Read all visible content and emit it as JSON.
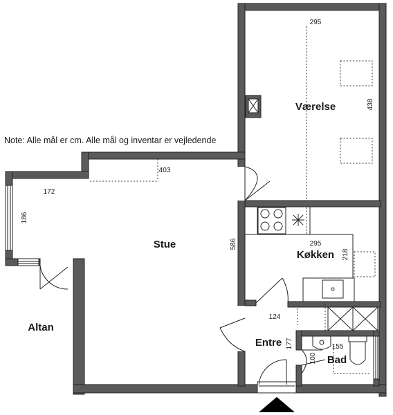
{
  "note": "Note: Alle mål er cm. Alle mål og inventar er vejledende",
  "rooms": {
    "vaerelse": "Værelse",
    "stue": "Stue",
    "kokken": "Køkken",
    "altan": "Altan",
    "entre": "Entre",
    "bad": "Bad"
  },
  "dimensions": {
    "vaerelse_width": "295",
    "vaerelse_depth": "438",
    "stue_width": "403",
    "stue_inner": "172",
    "stue_window": "186",
    "stue_depth": "586",
    "kokken_width": "295",
    "kokken_depth": "218",
    "entre_width": "124",
    "entre_depth": "177",
    "bad_width": "155",
    "bad_depth": "100"
  },
  "icons": {
    "entrance": "entrance-arrow-icon",
    "shaft": "ventilation-shaft-icon"
  }
}
